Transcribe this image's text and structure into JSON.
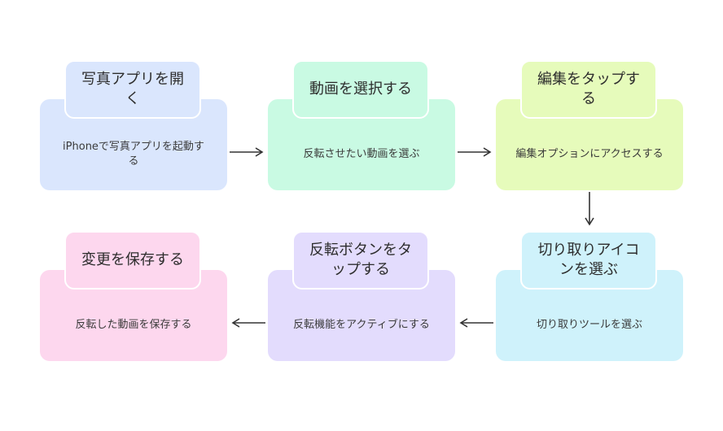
{
  "steps": [
    {
      "title": "写真アプリを開く",
      "desc": "iPhoneで写真アプリを起動する",
      "color": "#dae6fd"
    },
    {
      "title": "動画を選択する",
      "desc": "反転させたい動画を選ぶ",
      "color": "#c9fae3"
    },
    {
      "title": "編集をタップする",
      "desc": "編集オプションにアクセスする",
      "color": "#e6fbbb"
    },
    {
      "title": "切り取りアイコンを選ぶ",
      "desc": "切り取りツールを選ぶ",
      "color": "#cff2fb"
    },
    {
      "title": "反転ボタンをタップする",
      "desc": "反転機能をアクティブにする",
      "color": "#e3dcfd"
    },
    {
      "title": "変更を保存する",
      "desc": "反転した動画を保存する",
      "color": "#fdd7ee"
    }
  ],
  "arrow_color": "#333333"
}
